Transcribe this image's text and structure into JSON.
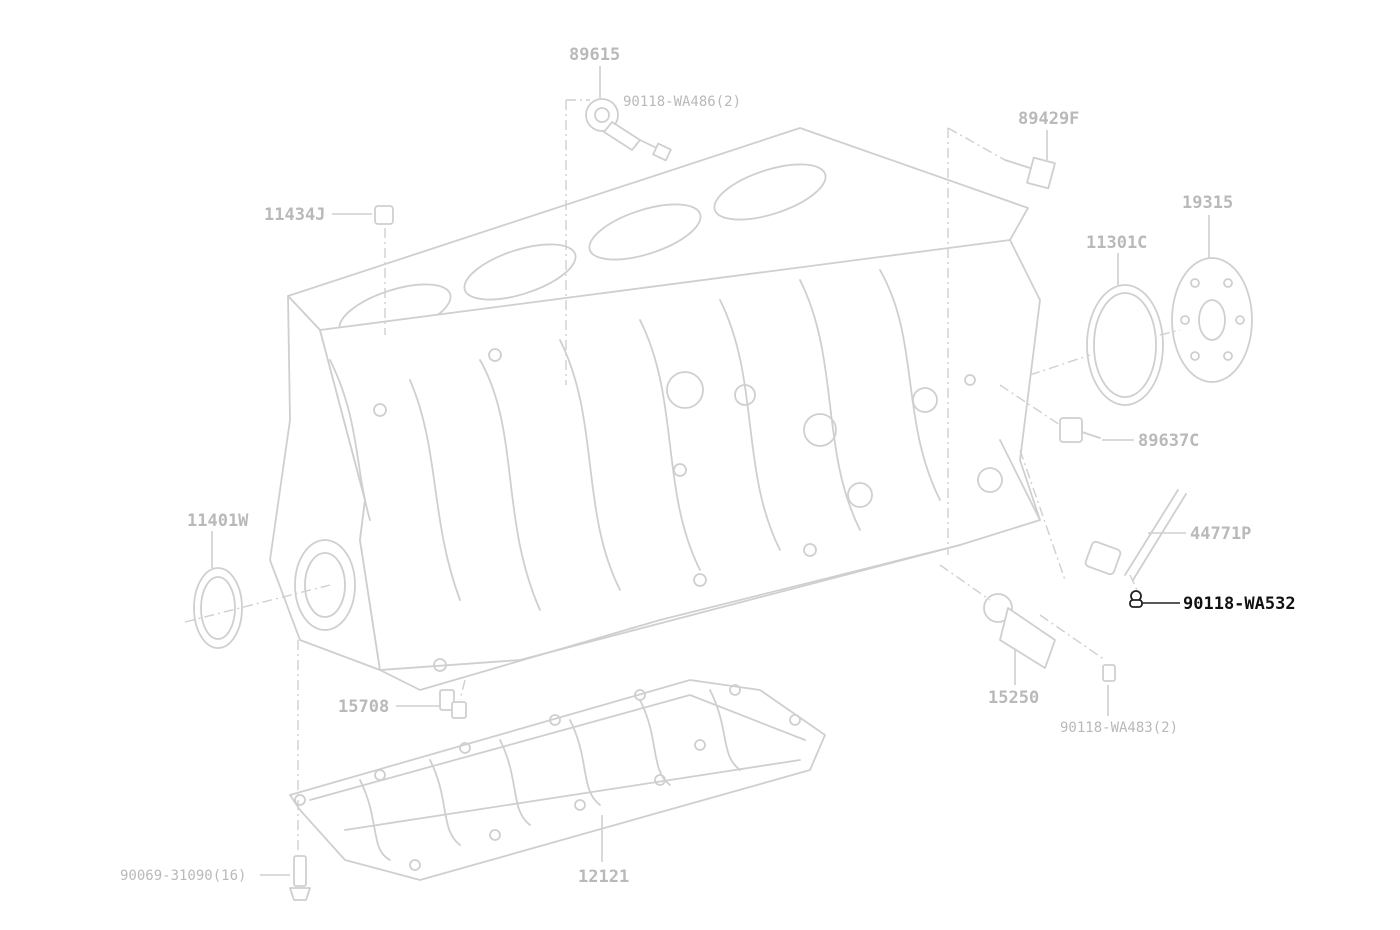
{
  "diagram": {
    "colors": {
      "line": "#cfcfcf",
      "label": "#b9b9b9",
      "highlight": "#111111"
    },
    "parts": {
      "p89615": "89615",
      "p90118_wa486": "90118-WA486(2)",
      "p89429f": "89429F",
      "p11434j": "11434J",
      "p19315": "19315",
      "p11301c": "11301C",
      "p89637c": "89637C",
      "p11401w": "11401W",
      "p44771p": "44771P",
      "p90118_wa532": "90118-WA532",
      "p15708": "15708",
      "p15250": "15250",
      "p90118_wa483": "90118-WA483(2)",
      "p90069_31090": "90069-31090(16)",
      "p12121": "12121"
    },
    "highlighted_part": "90118-WA532"
  }
}
